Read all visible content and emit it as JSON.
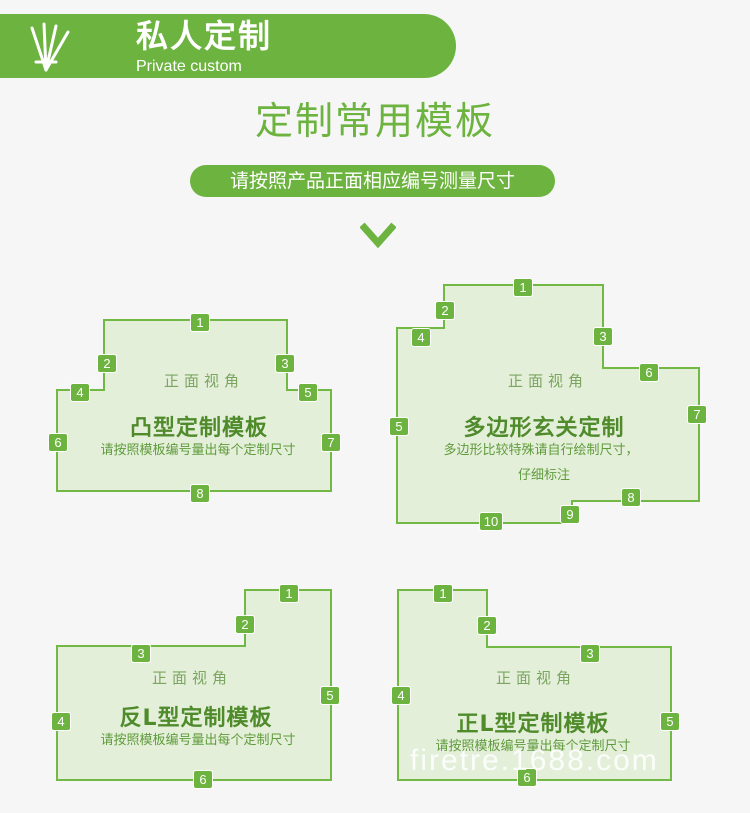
{
  "banner": {
    "title": "私人定制",
    "subtitle": "Private custom"
  },
  "heading": "定制常用模板",
  "instruction": "请按照产品正面相应编号测量尺寸",
  "templates": [
    {
      "view": "正面视角",
      "name": "凸型定制模板",
      "desc": "请按照模板编号量出每个定制尺寸",
      "labels": [
        "1",
        "2",
        "3",
        "4",
        "5",
        "6",
        "7",
        "8"
      ]
    },
    {
      "view": "正面视角",
      "name": "多边形玄关定制",
      "desc1": "多边形比较特殊请自行绘制尺寸，",
      "desc2": "仔细标注",
      "labels": [
        "1",
        "2",
        "3",
        "4",
        "5",
        "6",
        "7",
        "8",
        "9",
        "10"
      ]
    },
    {
      "view": "正面视角",
      "name": "反L型定制模板",
      "desc": "请按照模板编号量出每个定制尺寸",
      "labels": [
        "1",
        "2",
        "3",
        "4",
        "5",
        "6"
      ]
    },
    {
      "view": "正面视角",
      "name": "正L型定制模板",
      "desc": "请按照模板编号量出每个定制尺寸",
      "labels": [
        "1",
        "2",
        "3",
        "4",
        "5",
        "6"
      ]
    }
  ],
  "watermark": "firetre.1688.com",
  "colors": {
    "accent": "#6db33f",
    "panel_fill": "#e4efd9",
    "background": "#f6f6f6"
  }
}
